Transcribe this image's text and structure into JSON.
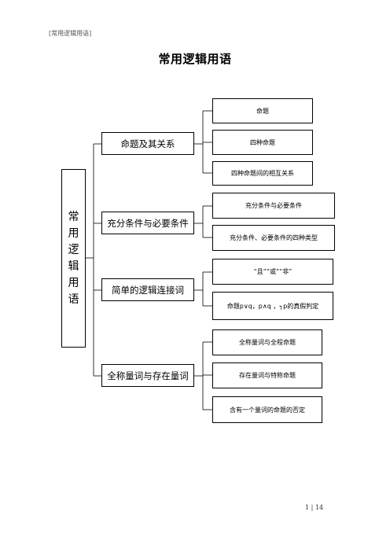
{
  "header": "[常用逻辑用语]",
  "title": "常用逻辑用语",
  "root": "常用逻辑用语",
  "branches": [
    {
      "label": "命题及其关系",
      "children": [
        "命题",
        "四种命题",
        "四种命题间的相互关系"
      ]
    },
    {
      "label": "充分条件与必要条件",
      "children": [
        "充分条件与必要条件",
        "充分条件、必要条件的四种类型"
      ]
    },
    {
      "label": "简单的逻辑连接词",
      "children": [
        "“且”“或”“非”",
        "命题p∨q，p∧q ，┐p的真假判定"
      ]
    },
    {
      "label": "全称量词与存在量词",
      "children": [
        "全称量词与全程命题",
        "存在量词与特称命题",
        "含有一个量词的命题的否定"
      ]
    }
  ],
  "footer": "1 | 14"
}
